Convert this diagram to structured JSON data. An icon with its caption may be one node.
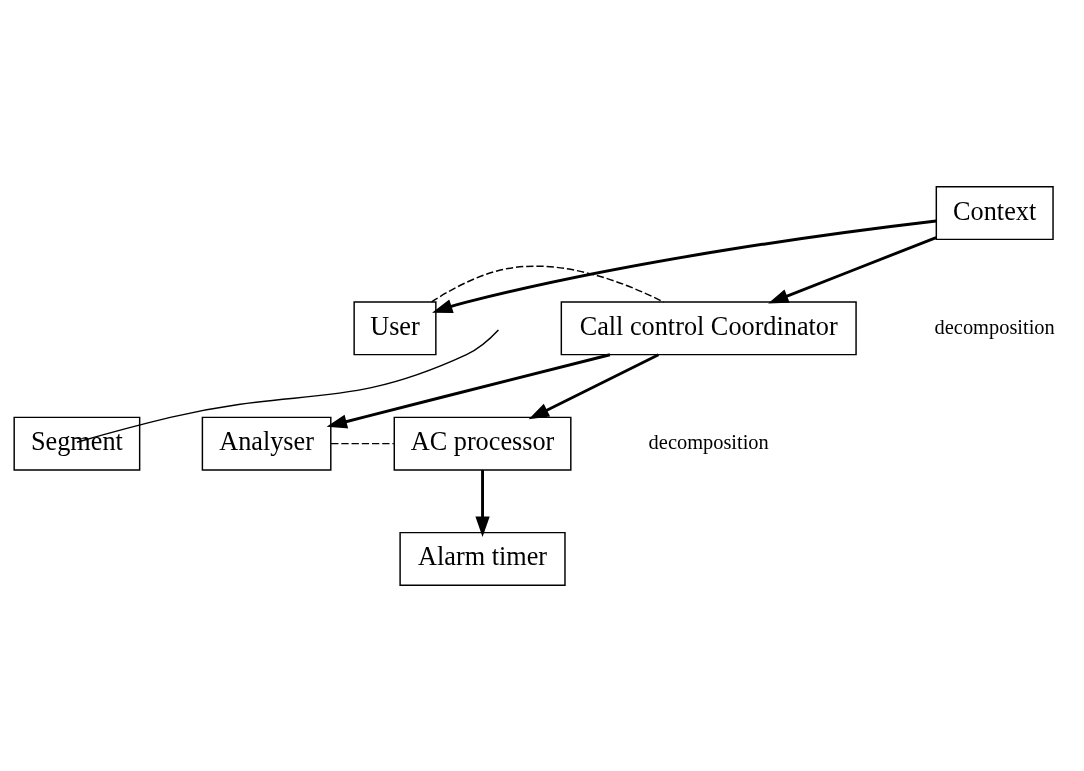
{
  "diagram": {
    "nodes": [
      {
        "text": [
          "Context"
        ]
      },
      {
        "text": [
          "User"
        ]
      },
      {
        "text": [
          "Call control Coordinator"
        ]
      },
      {
        "text": [
          "Segment"
        ]
      },
      {
        "text": [
          "Analyser"
        ]
      },
      {
        "text": [
          "AC processor"
        ]
      },
      {
        "text": [
          "Alarm timer"
        ]
      }
    ],
    "edges": [
      {
        "from": 0,
        "to": 1,
        "arrow": "to"
      },
      {
        "from": 0,
        "to": 2,
        "arrow": "to"
      },
      {
        "from": 1,
        "to": 2,
        "arrow": "none",
        "style": "dashed"
      },
      {
        "from": 3,
        "to": null,
        "arrow": "none"
      },
      {
        "from": 2,
        "to": 4,
        "arrow": "to"
      },
      {
        "from": 2,
        "to": 5,
        "arrow": "to"
      },
      {
        "from": 4,
        "to": 5,
        "arrow": "none",
        "style": "dashed"
      },
      {
        "from": 5,
        "to": 6,
        "arrow": "to"
      }
    ],
    "labels": [
      "decomposition",
      "decomposition"
    ]
  }
}
